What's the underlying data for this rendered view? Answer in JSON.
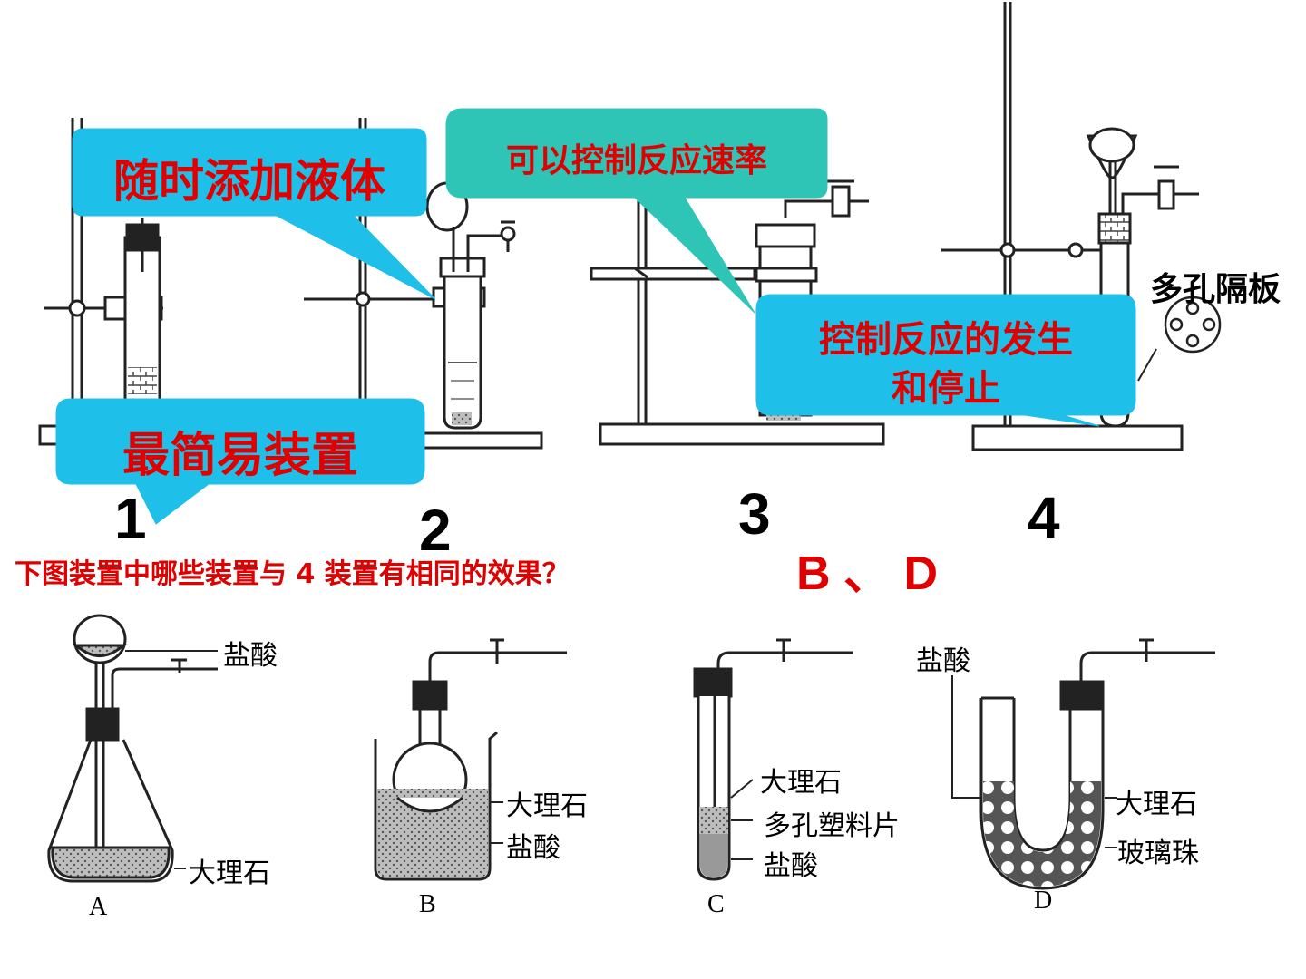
{
  "callouts": {
    "add_liquid": "随时添加液体",
    "control_rate": "可以控制反应速率",
    "simplest": "最简易装置",
    "control_start_stop_line1": "控制反应的发生",
    "control_start_stop_line2": "和停止"
  },
  "apparatus_numbers": [
    "1",
    "2",
    "3",
    "4"
  ],
  "porous_plate_label": "多孔隔板",
  "question": "下图装置中哪些装置与 4 装置有相同的效果？",
  "answer": "B 、 D",
  "lower_figures": {
    "A": {
      "letter": "A",
      "labels": [
        "盐酸",
        "大理石"
      ]
    },
    "B": {
      "letter": "B",
      "labels": [
        "大理石",
        "盐酸"
      ]
    },
    "C": {
      "letter": "C",
      "labels": [
        "大理石",
        "多孔塑料片",
        "盐酸"
      ]
    },
    "D": {
      "letter": "D",
      "labels": [
        "盐酸",
        "大理石",
        "玻璃珠"
      ]
    }
  },
  "colors": {
    "callout_blue": "#1ebfe8",
    "callout_teal": "#2ec4b6",
    "red_text": "#e00000"
  }
}
